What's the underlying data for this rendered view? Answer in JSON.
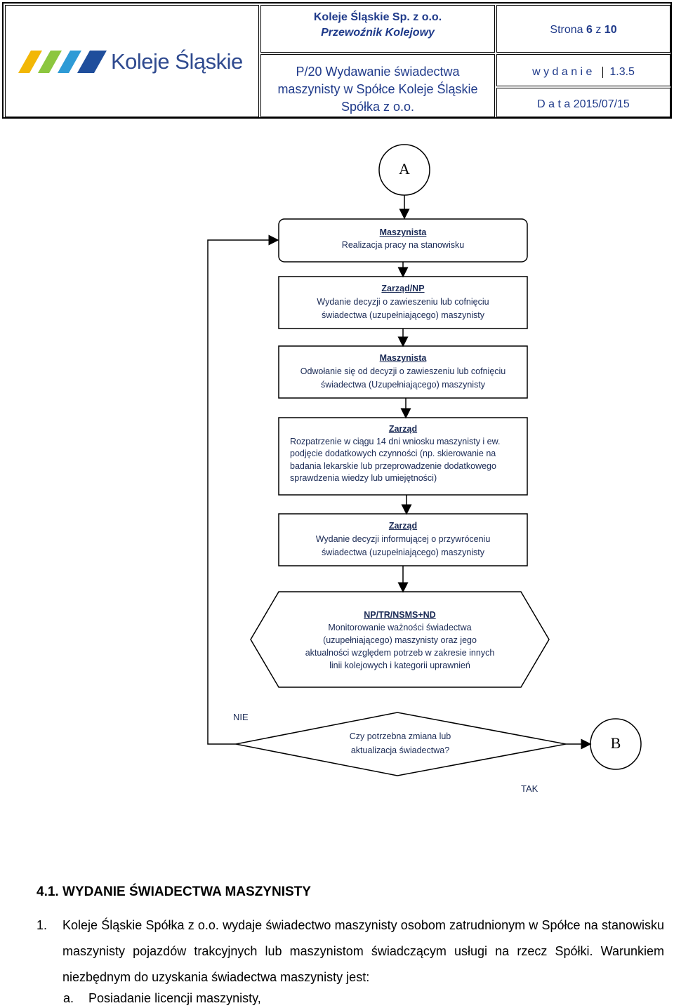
{
  "header": {
    "company_name": "Koleje Śląskie Sp. z o.o.",
    "company_sub": "Przewoźnik Kolejowy",
    "page_label": "Strona",
    "page_current": "6",
    "page_of": "z",
    "page_total": "10",
    "doc_title_1": "P/20 Wydawanie świadectwa",
    "doc_title_2": "maszynisty w Spółce Koleje Śląskie",
    "doc_title_3": "Spółka z o.o.",
    "edition_label": "w y d a n i e",
    "edition_value": "1.3.5",
    "date_label": "D a t a",
    "date_value": "2015/07/15",
    "logo_text": "Koleje Śląskie",
    "logo_colors": [
      "#f2b705",
      "#8cc63f",
      "#2e9bd6",
      "#1f4e9c"
    ]
  },
  "flow": {
    "start_connector": "A",
    "end_connector": "B",
    "box1": {
      "role": "Maszynista",
      "text": "Realizacja pracy na stanowisku"
    },
    "box2": {
      "role": "Zarząd/NP",
      "line1": "Wydanie decyzji o zawieszeniu lub cofnięciu",
      "line2": "świadectwa (uzupełniającego) maszynisty"
    },
    "box3": {
      "role": "Maszynista",
      "line1": "Odwołanie się od decyzji o zawieszeniu lub cofnięciu",
      "line2": "świadectwa (Uzupełniającego) maszynisty"
    },
    "box4": {
      "role": "Zarząd",
      "line1": "Rozpatrzenie w ciągu 14 dni wniosku maszynisty i ew.",
      "line2": "podjęcie dodatkowych czynności (np. skierowanie na",
      "line3": "badania lekarskie lub przeprowadzenie dodatkowego",
      "line4": "sprawdzenia wiedzy lub umiejętności)"
    },
    "box5": {
      "role": "Zarząd",
      "line1": "Wydanie decyzji informującej o przywróceniu",
      "line2": "świadectwa (uzupełniającego) maszynisty"
    },
    "hex": {
      "role": "NP/TR/NSMS+ND",
      "line1": "Monitorowanie ważności świadectwa",
      "line2": "(uzupełniającego) maszynisty oraz jego",
      "line3": "aktualności względem potrzeb w zakresie innych",
      "line4": "linii kolejowych i kategorii uprawnień"
    },
    "decision": {
      "line1": "Czy potrzebna zmiana  lub",
      "line2": "aktualizacja świadectwa?"
    },
    "label_no": "NIE",
    "label_yes": "TAK"
  },
  "body": {
    "section_title": "4.1. WYDANIE ŚWIADECTWA MASZYNISTY",
    "item1_num": "1.",
    "item1_text": "Koleje Śląskie Spółka z o.o. wydaje świadectwo maszynisty osobom zatrudnionym w Spółce na stanowisku maszynisty pojazdów trakcyjnych lub maszynistom świadczącym usługi na rzecz Spółki. Warunkiem niezbędnym do uzyskania świadectwa maszynisty jest:",
    "item_a_letter": "a.",
    "item_a_text": "Posiadanie licencji maszynisty,"
  }
}
